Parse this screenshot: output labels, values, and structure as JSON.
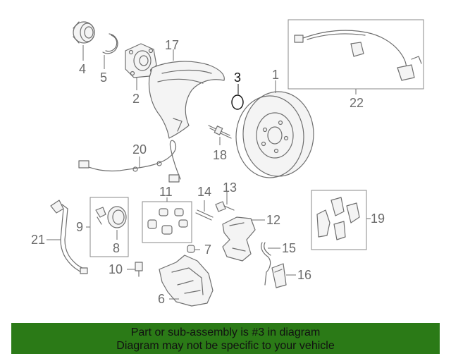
{
  "callouts": {
    "c1": "1",
    "c2": "2",
    "c3": "3",
    "c4": "4",
    "c5": "5",
    "c6": "6",
    "c7": "7",
    "c8": "8",
    "c9": "9",
    "c10": "10",
    "c11": "11",
    "c12": "12",
    "c13": "13",
    "c14": "14",
    "c15": "15",
    "c16": "16",
    "c17": "17",
    "c18": "18",
    "c19": "19",
    "c20": "20",
    "c21": "21",
    "c22": "22"
  },
  "highlighted_callout": "3",
  "banner": {
    "line1": "Part or sub-assembly is #3 in diagram",
    "line2": "Diagram may not be specific to your vehicle",
    "background": "#2b7a17"
  }
}
